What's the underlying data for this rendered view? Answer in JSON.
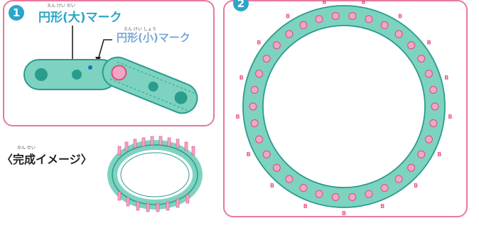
{
  "step1": {
    "number": "1",
    "large_mark_label": "円形(大)マーク",
    "large_mark_ruby": "えん けい だい",
    "small_mark_label": "円形(小)マーク",
    "small_mark_ruby": "えん けい しょう"
  },
  "step2": {
    "number": "2",
    "b_label": "B"
  },
  "completed": {
    "label": "〈完成イメージ〉",
    "ruby": "かん せい"
  },
  "colors": {
    "border": "#e77a9f",
    "accent": "#2aa6c8",
    "piece_fill": "#7dd3c0",
    "piece_stroke": "#2a9c8c",
    "peg": "#f2a6c3"
  }
}
